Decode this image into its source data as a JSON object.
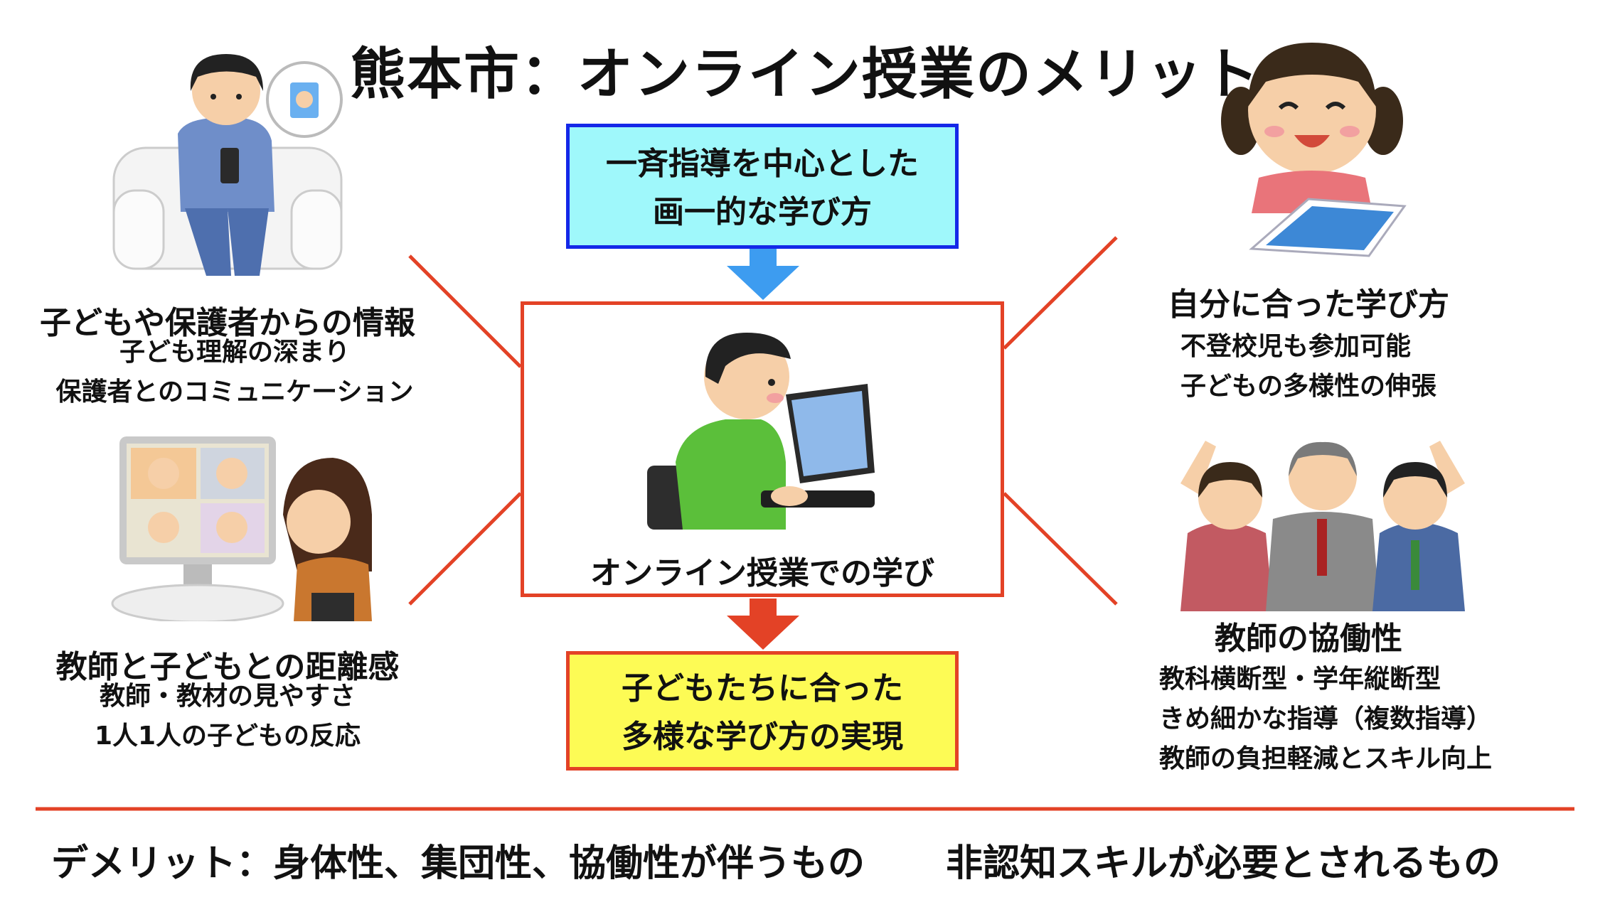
{
  "title": "熊本市：オンライン授業のメリット",
  "top_box": {
    "lines": [
      "一斉指導を中心とした",
      "画一的な学び方"
    ]
  },
  "center_box": {
    "label": "オンライン授業での学び"
  },
  "bottom_box": {
    "lines": [
      "子どもたちに合った",
      "多様な学び方の実現"
    ]
  },
  "left_top": {
    "heading": "子どもや保護者からの情報",
    "items": [
      "子ども理解の深まり",
      "保護者とのコミュニケーション"
    ]
  },
  "left_bottom": {
    "heading": "教師と子どもとの距離感",
    "items": [
      "教師・教材の見やすさ",
      "1人1人の子どもの反応"
    ]
  },
  "right_top": {
    "heading": "自分に合った学び方",
    "items": [
      "不登校児も参加可能",
      "子どもの多様性の伸張"
    ]
  },
  "right_bottom": {
    "heading": "教師の協働性",
    "items": [
      "教科横断型・学年縦断型",
      "きめ細かな指導（複数指導）",
      "教師の負担軽減とスキル向上"
    ]
  },
  "footer": {
    "left": "デメリット：身体性、集団性、協働性が伴うもの",
    "right": "非認知スキルが必要とされるもの"
  },
  "colors": {
    "accent_red": "#e34226",
    "top_box_fill": "#9ff8fb",
    "top_box_border": "#1428e8",
    "bottom_box_fill": "#fdfb55",
    "arrow_blue": "#3d9cf0",
    "arrow_red": "#e34226"
  },
  "illustrations": {
    "left_top": "parent-on-sofa-with-phone-illustration",
    "left_bottom": "teacher-video-call-illustration",
    "center": "child-using-tablet-illustration",
    "right_top": "girl-with-tablet-illustration",
    "right_bottom": "teachers-cheering-illustration"
  }
}
